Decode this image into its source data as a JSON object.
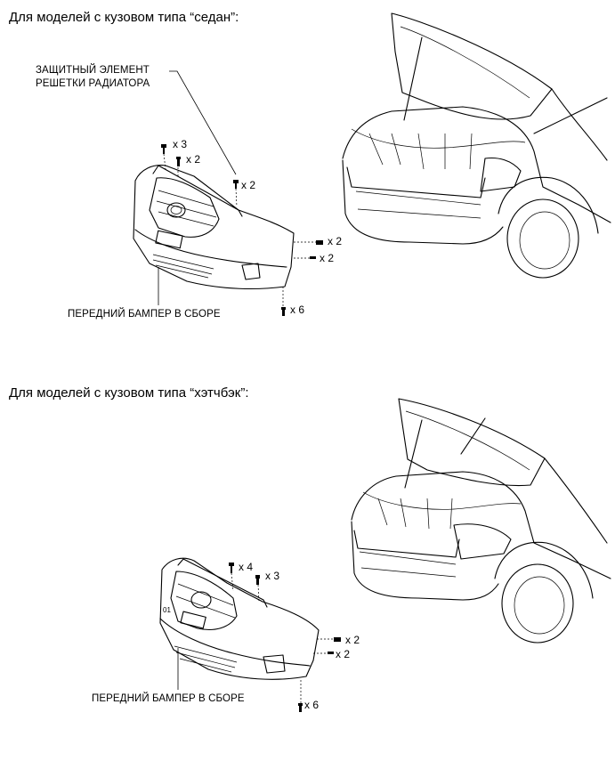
{
  "sedan": {
    "heading": "Для моделей с кузовом типа “седан”:",
    "label_grille_line1": "ЗАЩИТНЫЙ ЭЛЕМЕНТ",
    "label_grille_line2": "РЕШЕТКИ РАДИАТОРА",
    "label_bumper": "ПЕРЕДНИЙ БАМПЕР В СБОРЕ",
    "qty": [
      "x 3",
      "x 2",
      "x 2",
      "x 2",
      "x 2",
      "x 6"
    ]
  },
  "hatchback": {
    "heading": "Для моделей с кузовом типа “хэтчбэк”:",
    "label_bumper": "ПЕРЕДНИЙ БАМПЕР В СБОРЕ",
    "qty": [
      "x 4",
      "x 3",
      "x 2",
      "x 2",
      "x 6"
    ]
  }
}
